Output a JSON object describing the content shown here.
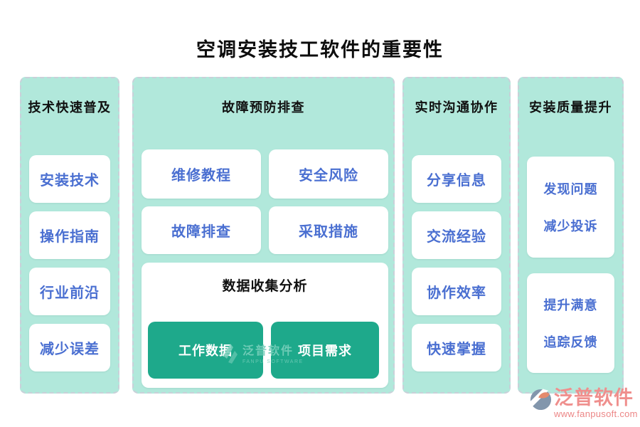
{
  "title": "空调安装技工软件的重要性",
  "columns": [
    {
      "title": "技术快速普及",
      "items": [
        "安装技术",
        "操作指南",
        "行业前沿",
        "减少误差"
      ]
    },
    {
      "title": "故障预防排查",
      "grid_items": [
        "维修教程",
        "安全风险",
        "故障排查",
        "采取措施"
      ],
      "subsection": {
        "title": "数据收集分析",
        "buttons": [
          "工作数据",
          "项目需求"
        ]
      }
    },
    {
      "title": "实时沟通协作",
      "items": [
        "分享信息",
        "交流经验",
        "协作效率",
        "快速掌握"
      ]
    },
    {
      "title": "安装质量提升",
      "cards": [
        {
          "lines": [
            "发现问题",
            "减少投诉"
          ]
        },
        {
          "lines": [
            "提升满意",
            "追踪反馈"
          ]
        }
      ]
    }
  ],
  "watermark": {
    "brand": "泛普软件",
    "brand_en": "FANPU SOFTWARE"
  },
  "footer": {
    "brand": "泛普软件",
    "url": "www.fanpusoft.com"
  },
  "colors": {
    "column_bg": "#b1e8db",
    "dashed_border": "#c9d0d9",
    "card_text_blue": "#4a6fd1",
    "button_green": "#1ea98b",
    "heading_black": "#101010",
    "brand_salmon": "#ef8f8d",
    "watermark_teal": "#78ceba"
  }
}
